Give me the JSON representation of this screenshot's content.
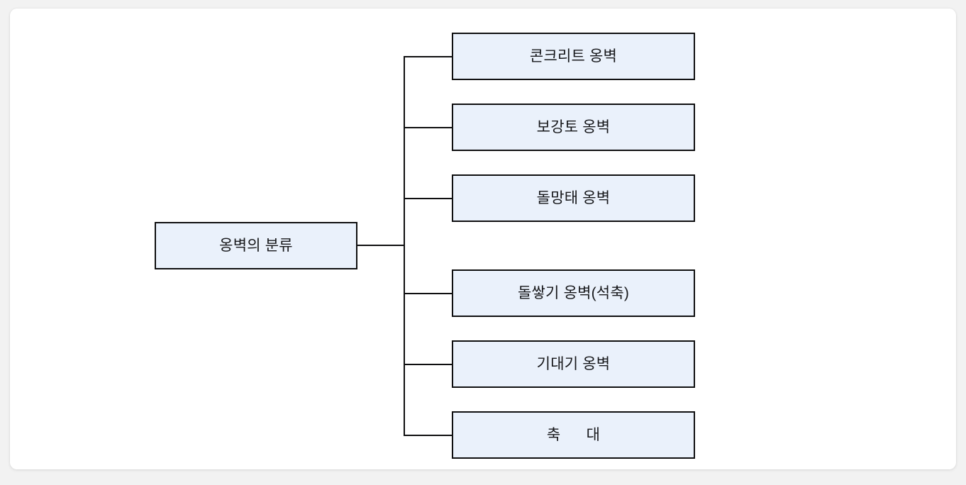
{
  "diagram": {
    "type": "tree",
    "orientation": "left-to-right",
    "root": {
      "id": "root",
      "label": "옹벽의 분류"
    },
    "children": [
      {
        "id": "child-1",
        "label": "콘크리트 옹벽"
      },
      {
        "id": "child-2",
        "label": "보강토 옹벽"
      },
      {
        "id": "child-3",
        "label": "돌망태 옹벽"
      },
      {
        "id": "child-4",
        "label": "돌쌓기 옹벽(석축)"
      },
      {
        "id": "child-5",
        "label": "기대기 옹벽"
      },
      {
        "id": "child-6",
        "label": "축      대"
      }
    ],
    "colors": {
      "node_fill": "#eaf1fb",
      "node_border": "#0f0f10",
      "text": "#16171a",
      "canvas": "#ffffff",
      "page_background": "#f2f2f2",
      "connector": "#0f0f10"
    }
  }
}
